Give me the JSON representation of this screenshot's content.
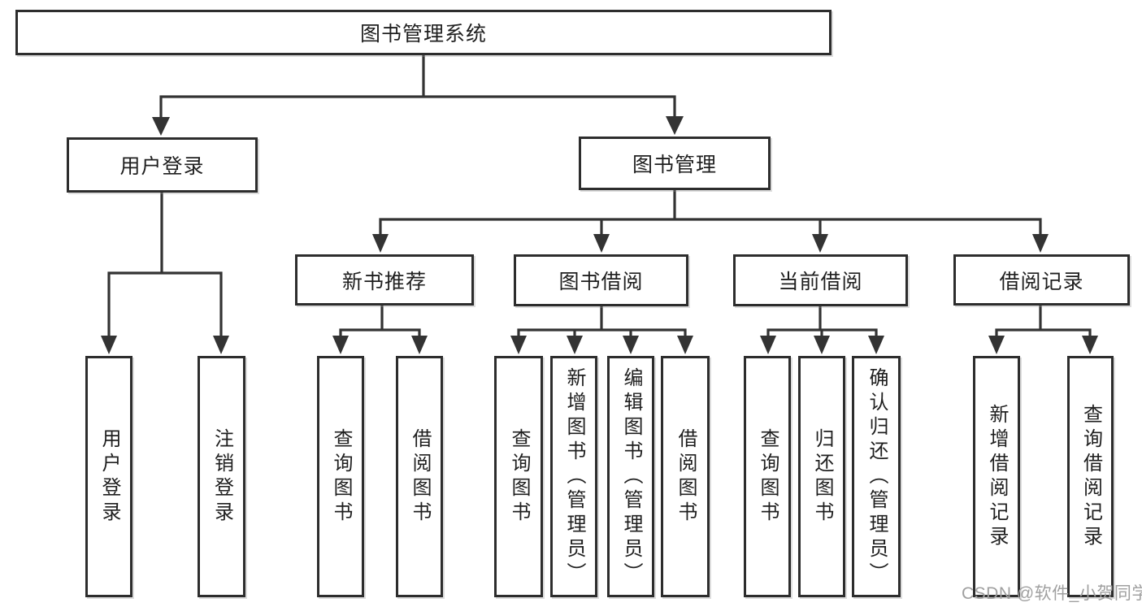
{
  "colors": {
    "line": "#333333",
    "border": "#2d2d2d",
    "text": "#1f1f1f",
    "box_fill": "#ffffff",
    "watermark": "#a0a0a0"
  },
  "hierarchy": {
    "root": "图书管理系统",
    "children": [
      {
        "label": "用户登录",
        "children": [
          "用户登录",
          "注销登录"
        ]
      },
      {
        "label": "图书管理",
        "children": [
          {
            "label": "新书推荐",
            "children": [
              "查询图书",
              "借阅图书"
            ]
          },
          {
            "label": "图书借阅",
            "children": [
              "查询图书",
              "新增图书（管理员）",
              "编辑图书（管理员）",
              "借阅图书"
            ]
          },
          {
            "label": "当前借阅",
            "children": [
              "查询图书",
              "归还图书",
              "确认归还（管理员）"
            ]
          },
          {
            "label": "借阅记录",
            "children": [
              "新增借阅记录",
              "查询借阅记录"
            ]
          }
        ]
      }
    ]
  },
  "watermark": {
    "text": "CSDN @软件_小贺同学"
  }
}
